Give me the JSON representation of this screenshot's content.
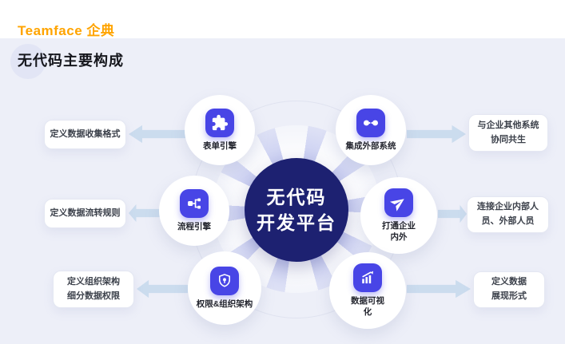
{
  "header": {
    "brand": "Teamface 企典",
    "title": "无代码主要构成"
  },
  "center": {
    "title": "无代码\n开发平台"
  },
  "nodes": [
    {
      "id": "form-engine",
      "label": "表单引擎",
      "icon": "puzzle-icon"
    },
    {
      "id": "integrate-external",
      "label": "集成外部系统",
      "icon": "plug-icon"
    },
    {
      "id": "process-engine",
      "label": "流程引擎",
      "icon": "flowchart-icon"
    },
    {
      "id": "connect-enterprise",
      "label": "打通企业\n内外",
      "icon": "paper-plane-icon"
    },
    {
      "id": "permission-org",
      "label": "权限&组织架构",
      "icon": "shield-key-icon"
    },
    {
      "id": "data-visualization",
      "label": "数据可视\n化",
      "icon": "bar-chart-icon"
    }
  ],
  "callouts": [
    {
      "side": "left",
      "text": "定义数据收集格式"
    },
    {
      "side": "left",
      "text": "定义数据流转规则"
    },
    {
      "side": "left",
      "text": "定义组织架构\n细分数据权限"
    },
    {
      "side": "right",
      "text": "与企业其他系统\n协同共生"
    },
    {
      "side": "right",
      "text": "连接企业内部人\n员、外部人员"
    },
    {
      "side": "right",
      "text": "定义数据\n展现形式"
    }
  ],
  "colors": {
    "brand_orange": "#FFA400",
    "background": "#EDEFF8",
    "center_navy": "#1D2171",
    "icon_blue": "#4845E6",
    "arrow_blue": "#CBDCEE"
  }
}
